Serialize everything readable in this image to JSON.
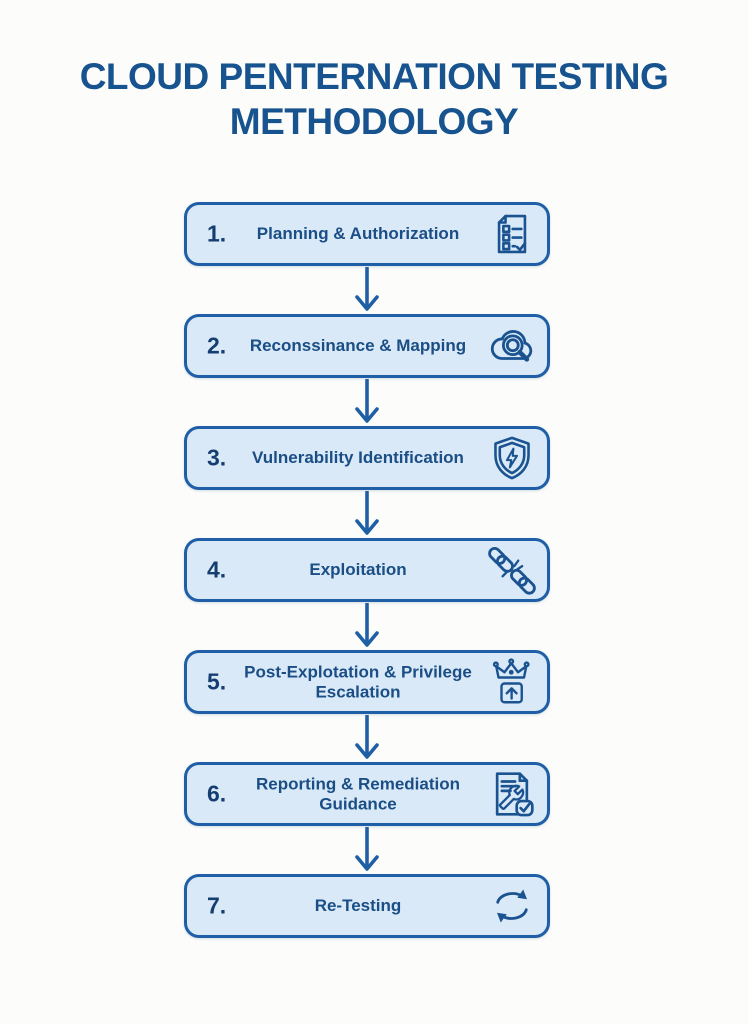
{
  "title": "CLOUD PENTERNATION TESTING METHODOLOGY",
  "theme": {
    "page_background": "#fcfcfb",
    "box_fill": "#d9e9f8",
    "box_border": "#1f5fa6",
    "title_color": "#17538f",
    "label_color": "#1a4e85",
    "number_color": "#143e6f",
    "arrow_color": "#1f5fa6"
  },
  "steps": [
    {
      "number": "1.",
      "label": "Planning & Authorization",
      "icon": "checklist-document-icon"
    },
    {
      "number": "2.",
      "label": "Reconssinance & Mapping",
      "icon": "cloud-search-icon"
    },
    {
      "number": "3.",
      "label": "Vulnerability Identification",
      "icon": "shield-bolt-icon"
    },
    {
      "number": "4.",
      "label": "Exploitation",
      "icon": "broken-chain-icon"
    },
    {
      "number": "5.",
      "label": "Post-Explotation & Privilege Escalation",
      "icon": "crown-upgrade-icon"
    },
    {
      "number": "6.",
      "label": "Reporting & Remediation Guidance",
      "icon": "report-wrench-icon"
    },
    {
      "number": "7.",
      "label": "Re-Testing",
      "icon": "refresh-arrows-icon"
    }
  ]
}
